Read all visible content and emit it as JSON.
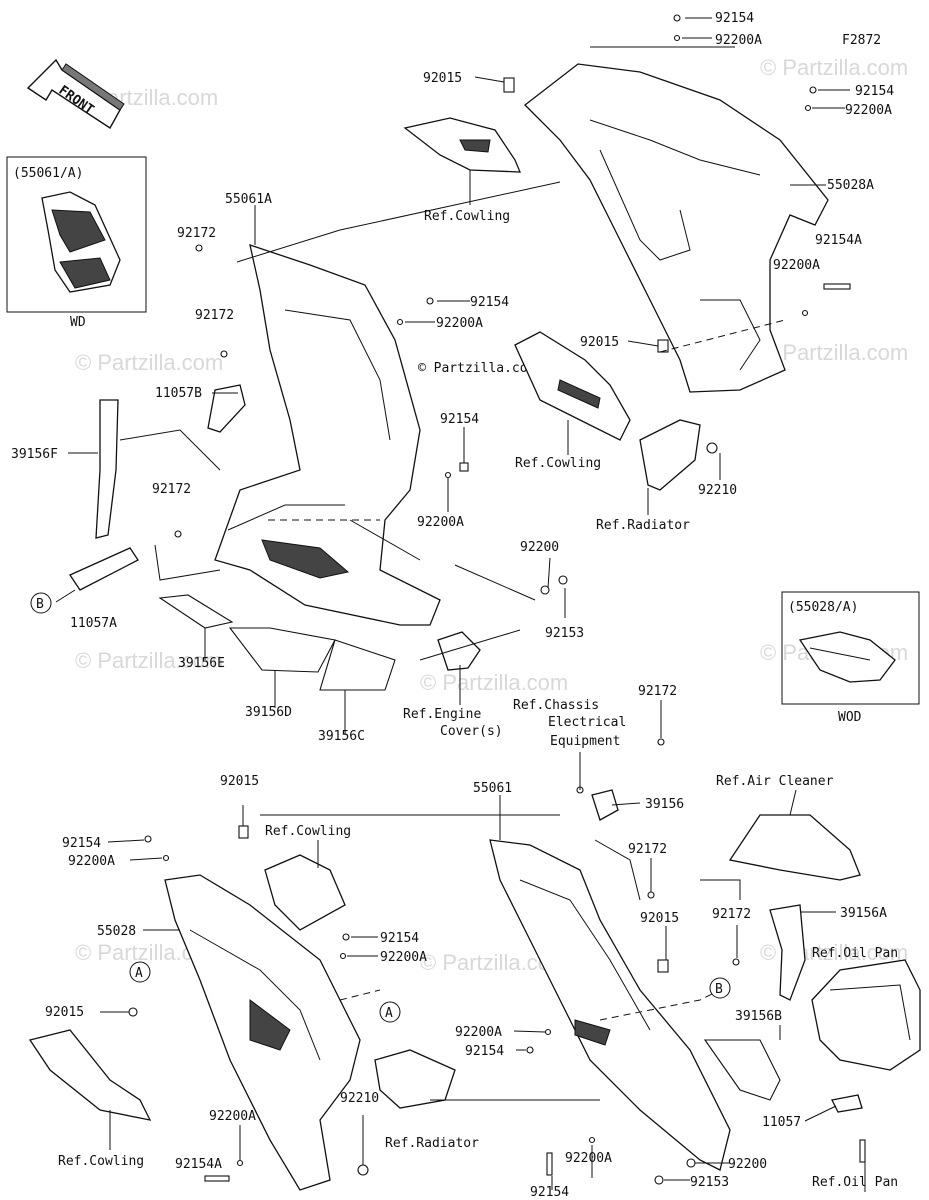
{
  "figure_code": "F2872",
  "front_label": "FRONT",
  "copyright": "© Partzilla.com",
  "watermark": "© Partzilla.com",
  "inset_wd": {
    "code": "(55061/A)",
    "caption": "WD"
  },
  "inset_wod": {
    "code": "(55028/A)",
    "caption": "WOD"
  },
  "callouts": {
    "A": "A",
    "B": "B"
  },
  "labels": {
    "l92154_top": "92154",
    "l92200A_top": "92200A",
    "l92015_top": "92015",
    "l92154_r": "92154",
    "l92200A_r": "92200A",
    "l55028A": "55028A",
    "lRefCowl1": "Ref.Cowling",
    "l55061A": "55061A",
    "l92172_a": "92172",
    "l92154A_r": "92154A",
    "l92200A_r2": "92200A",
    "l92154_m": "92154",
    "l92200A_m": "92200A",
    "l92172_b": "92172",
    "l92015_m": "92015",
    "l11057B": "11057B",
    "l39156F": "39156F",
    "lRefCowl2": "Ref.Cowling",
    "l92154_c": "92154",
    "l92210_a": "92210",
    "l92172_c": "92172",
    "l92200A_c": "92200A",
    "lRefRad1": "Ref.Radiator",
    "l92200": "92200",
    "l11057A": "11057A",
    "l92153_a": "92153",
    "l39156E": "39156E",
    "l39156D": "39156D",
    "l39156C": "39156C",
    "lRefEng1": "Ref.Engine",
    "lRefEng2": "Cover(s)",
    "lRefChas1": "Ref.Chassis",
    "lRefChas2": "Electrical",
    "lRefChas3": "Equipment",
    "l92172_d": "92172",
    "l92015_b": "92015",
    "lRefAir": "Ref.Air Cleaner",
    "l55061": "55061",
    "l39156": "39156",
    "l92154_b": "92154",
    "lRefCowl3": "Ref.Cowling",
    "l92200A_b": "92200A",
    "l92172_e": "92172",
    "l55028": "55028",
    "l92154_b2": "92154",
    "l92200A_b2": "92200A",
    "l92015_b2": "92015",
    "l92172_f": "92172",
    "l39156A": "39156A",
    "lRefOil1": "Ref.Oil Pan",
    "l92015_b3": "92015",
    "l39156B": "39156B",
    "l92200A_b3": "92200A",
    "l92154_b3": "92154",
    "l92210_b": "92210",
    "l11057": "11057",
    "l92200A_b4": "92200A",
    "lRefRad2": "Ref.Radiator",
    "l92154A_b": "92154A",
    "l92200A_b5": "92200A",
    "l92200_b": "92200",
    "lRefCowl4": "Ref.Cowling",
    "l92154_b4": "92154",
    "l92153_b": "92153",
    "lRefOil2": "Ref.Oil Pan"
  }
}
